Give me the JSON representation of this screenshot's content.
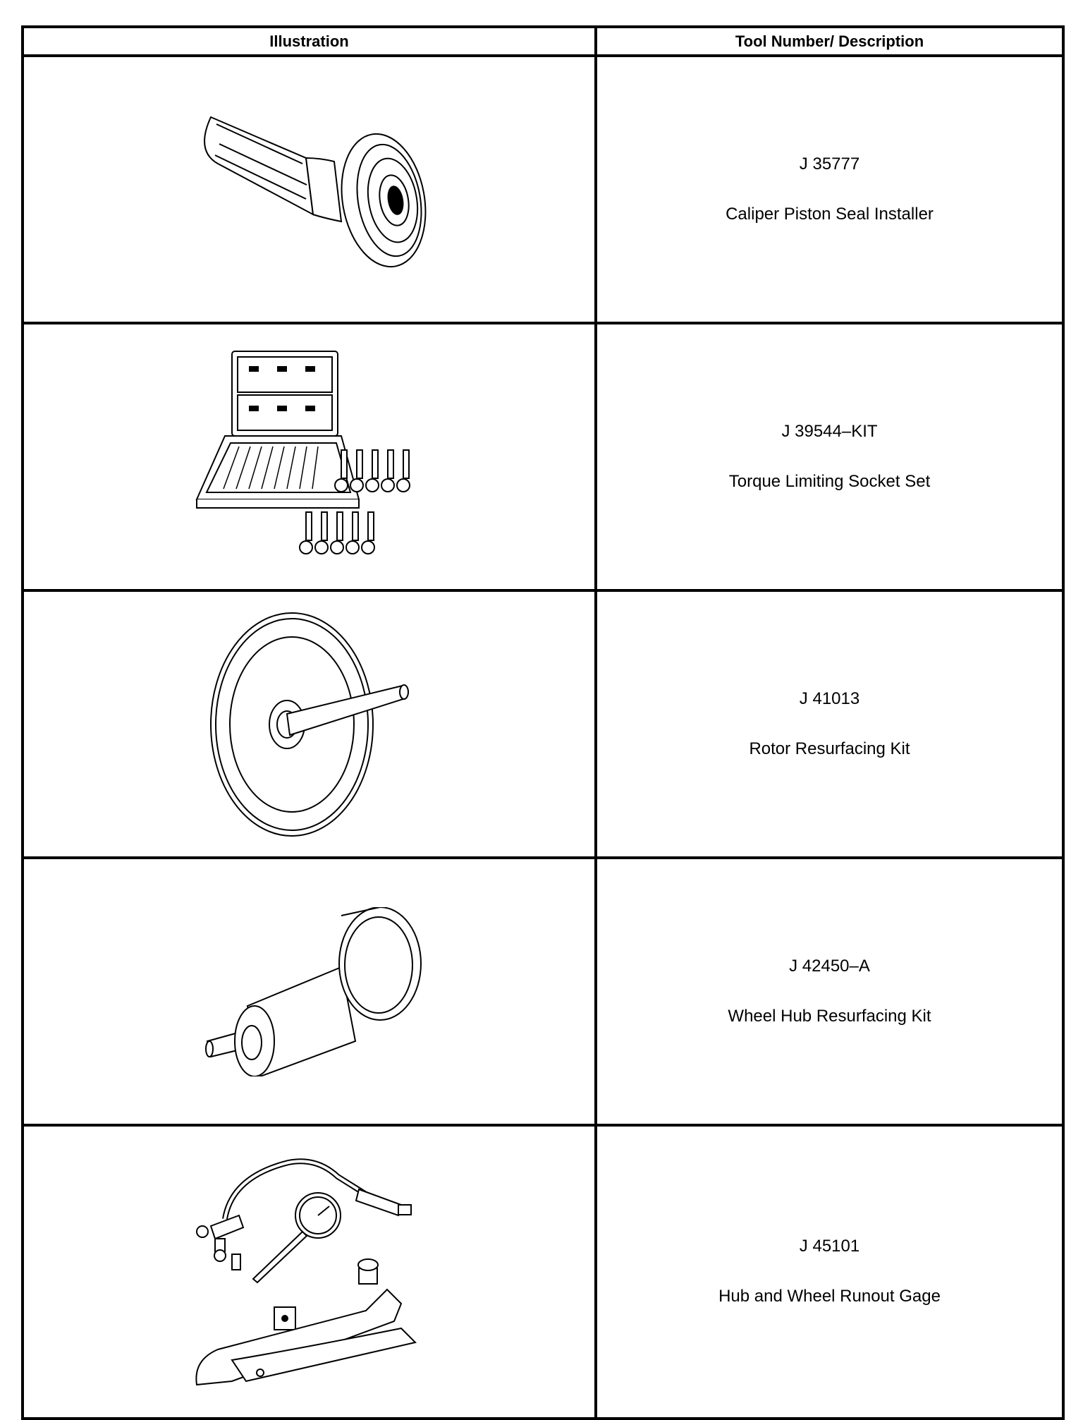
{
  "table": {
    "headers": {
      "illustration": "Illustration",
      "tool": "Tool Number/ Description"
    },
    "rows": [
      {
        "number": "J 35777",
        "description": "Caliper Piston Seal Installer",
        "icon": "seal-installer-icon"
      },
      {
        "number": "J 39544–KIT",
        "description": "Torque Limiting Socket Set",
        "icon": "socket-set-icon"
      },
      {
        "number": "J 41013",
        "description": "Rotor Resurfacing Kit",
        "icon": "rotor-kit-icon"
      },
      {
        "number": "J 42450–A",
        "description": "Wheel Hub Resurfacing Kit",
        "icon": "hub-kit-icon"
      },
      {
        "number": "J 45101",
        "description": "Hub and Wheel Runout Gage",
        "icon": "runout-gage-icon"
      }
    ]
  }
}
